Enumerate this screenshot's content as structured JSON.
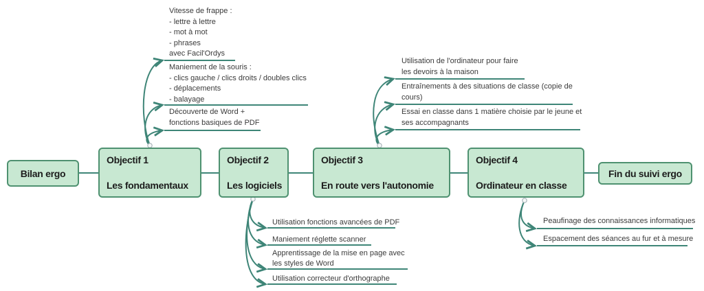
{
  "colors": {
    "node_fill": "#c8e8d2",
    "node_border": "#4e9170",
    "connector": "#3e8577",
    "annotation_text": "#3a3a3a",
    "node_text": "#1c1c1c"
  },
  "flow_order": [
    "bilan",
    "obj1",
    "obj2",
    "obj3",
    "obj4",
    "fin"
  ],
  "nodes": {
    "bilan": {
      "title": "Bilan ergo"
    },
    "obj1": {
      "title": "Objectif 1",
      "subtitle": "Les fondamentaux"
    },
    "obj2": {
      "title": "Objectif 2",
      "subtitle": "Les logiciels"
    },
    "obj3": {
      "title": "Objectif 3",
      "subtitle": "En route vers l'autonomie"
    },
    "obj4": {
      "title": "Objectif 4",
      "subtitle": "Ordinateur en classe"
    },
    "fin": {
      "title": "Fin du suivi ergo"
    }
  },
  "annotations": {
    "obj1_top": [
      "Vitesse de frappe :\n- lettre à lettre\n- mot à mot\n- phrases\navec Facil'Ordys",
      "Maniement de la souris :\n- clics gauche / clics droits / doubles clics\n- déplacements\n- balayage",
      "Découverte de Word +\nfonctions basiques de PDF"
    ],
    "obj3_top": [
      "Utilisation de l'ordinateur pour faire\nles devoirs à la maison",
      "Entraînements à des situations de classe (copie de\ncours)",
      "Essai en classe dans 1 matière choisie par le jeune et\nses accompagnants"
    ],
    "obj2_bottom": [
      "Utilisation fonctions avancées de PDF",
      "Maniement réglette scanner",
      "Apprentissage de la mise en page avec\nles styles de Word",
      "Utilisation correcteur d'orthographe"
    ],
    "obj4_bottom": [
      "Peaufinage des connaissances informatiques",
      "Espacement des séances au fur et à mesure"
    ]
  }
}
